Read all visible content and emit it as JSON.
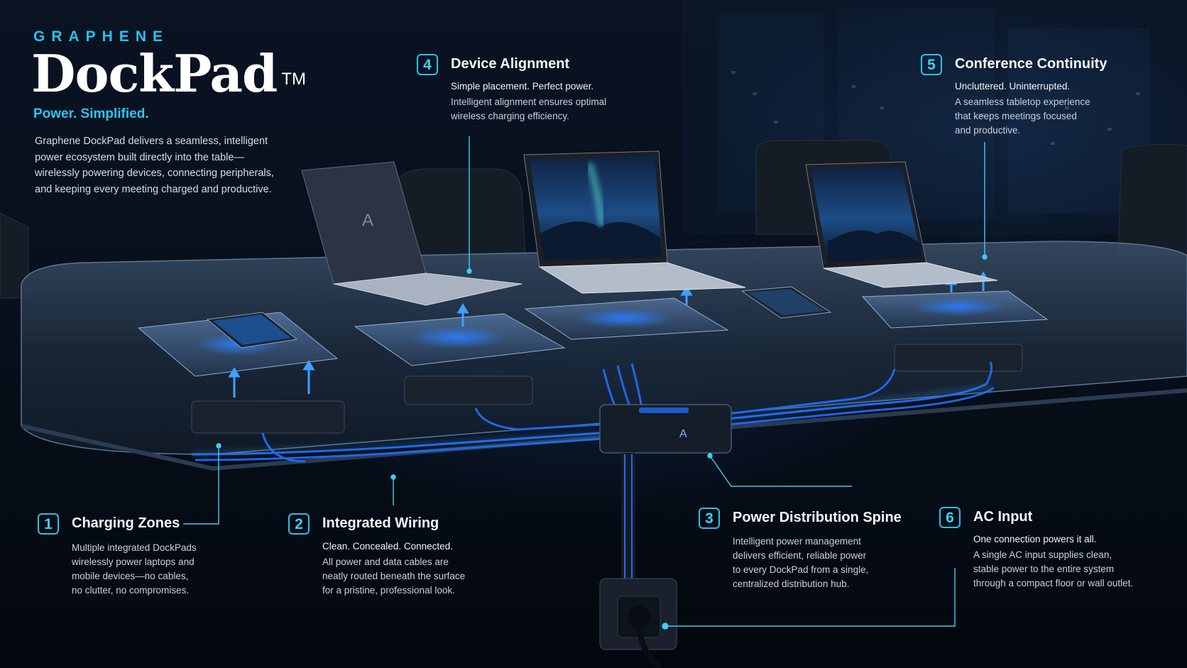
{
  "header": {
    "brand": "GRAPHENE",
    "product": "DockPad",
    "trademark": "TM",
    "tagline": "Power. Simplified.",
    "intro_lines": [
      "Graphene DockPad delivers a seamless, intelligent",
      "power ecosystem built directly into the table—",
      "wirelessly powering devices, connecting peripherals,",
      "and keeping every meeting charged and productive."
    ]
  },
  "callouts": [
    {
      "number": "1",
      "title": "Charging Zones",
      "subtitle": "",
      "lines": [
        "Multiple integrated DockPads",
        "wirelessly power laptops and",
        "mobile devices—no cables,",
        "no clutter, no compromises."
      ]
    },
    {
      "number": "2",
      "title": "Integrated Wiring",
      "subtitle": "Clean. Concealed. Connected.",
      "lines": [
        "All power and data cables are",
        "neatly routed beneath the surface",
        "for a pristine, professional look."
      ]
    },
    {
      "number": "3",
      "title": "Power Distribution Spine",
      "subtitle": "",
      "lines": [
        "Intelligent power management",
        "delivers efficient, reliable power",
        "to every DockPad from a single,",
        "centralized distribution hub."
      ]
    },
    {
      "number": "4",
      "title": "Device Alignment",
      "subtitle": "Simple placement. Perfect power.",
      "lines": [
        "Intelligent alignment ensures optimal",
        "wireless charging efficiency."
      ]
    },
    {
      "number": "5",
      "title": "Conference Continuity",
      "subtitle": "Uncluttered. Uninterrupted.",
      "lines": [
        "A seamless tabletop experience",
        "that keeps meetings focused",
        "and productive."
      ]
    },
    {
      "number": "6",
      "title": "AC Input",
      "subtitle": "One connection powers it all.",
      "lines": [
        "A single AC input supplies clean,",
        "stable power to the entire system",
        "through a compact floor or wall outlet."
      ]
    }
  ],
  "colors": {
    "accent": "#28c2ee",
    "glow": "#1e6fff",
    "background": "#05090f"
  },
  "icons": [
    "logo-a-icon"
  ]
}
